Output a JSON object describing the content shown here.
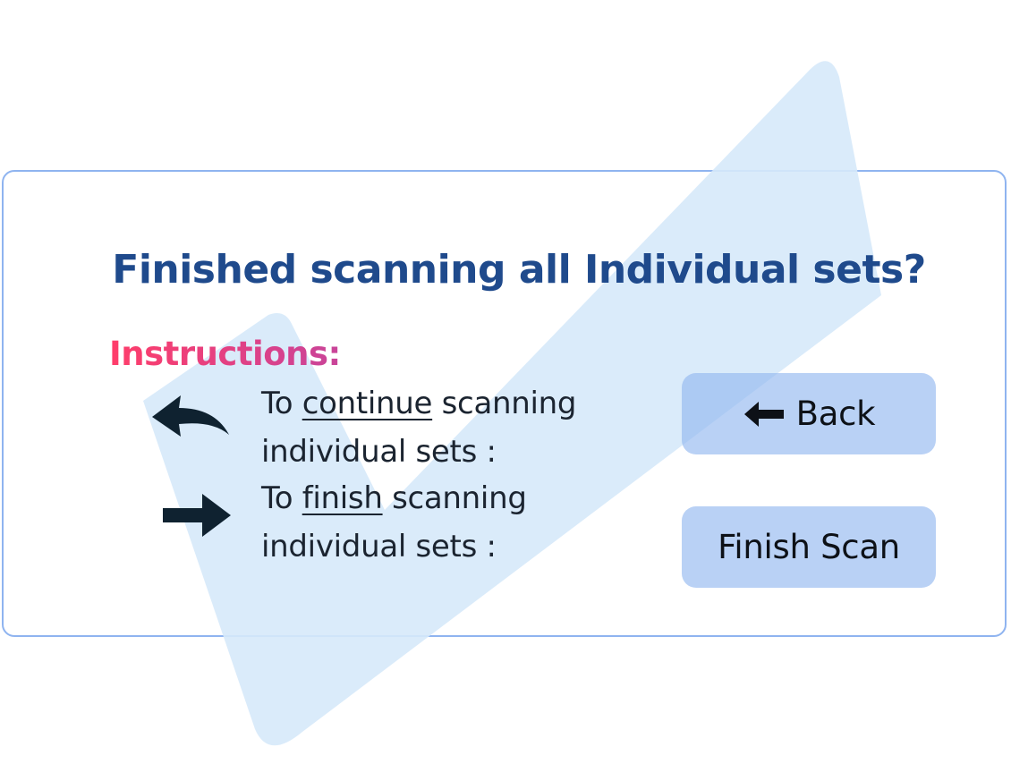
{
  "dialog": {
    "title": "Finished scanning all Individual sets?",
    "instructions_heading": "Instructions:",
    "instructions": [
      {
        "prefix": "To ",
        "keyword": "continue",
        "suffix": " scanning",
        "line2": "individual sets :",
        "icon": "back-curved-arrow-icon"
      },
      {
        "prefix": "To ",
        "keyword": "finish",
        "suffix": " scanning",
        "line2": "individual sets  :",
        "icon": "forward-arrow-icon"
      }
    ],
    "buttons": {
      "back_label": "Back",
      "back_icon": "left-arrow-icon",
      "finish_label": "Finish Scan"
    }
  },
  "colors": {
    "title": "#1f4a8c",
    "instructions_gradient_start": "#ff3d6a",
    "instructions_gradient_end": "#c8449a",
    "dialog_border": "#8fb4f0",
    "button_bg": "#93b8f0",
    "watermark": "#d6e9fa",
    "text": "#1b2430"
  }
}
